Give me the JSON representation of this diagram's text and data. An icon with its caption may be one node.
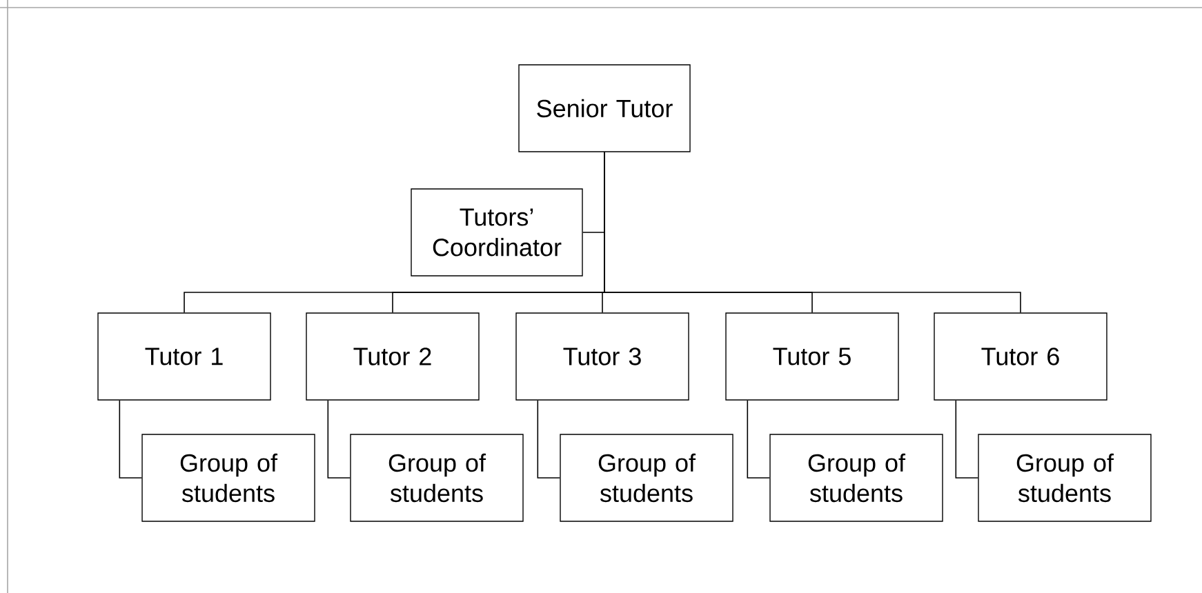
{
  "diagram": {
    "nodes": [
      {
        "text": [
          "Senior Tutor"
        ]
      },
      {
        "text": [
          "Tutors’ Coordinator"
        ]
      },
      {
        "text": [
          "Tutor 1"
        ]
      },
      {
        "text": [
          "Tutor 2"
        ]
      },
      {
        "text": [
          "Tutor 3"
        ]
      },
      {
        "text": [
          "Tutor 5"
        ]
      },
      {
        "text": [
          "Tutor 6"
        ]
      },
      {
        "text": [
          "Group of students"
        ]
      },
      {
        "text": [
          "Group of students"
        ]
      },
      {
        "text": [
          "Group of students"
        ]
      },
      {
        "text": [
          "Group of students"
        ]
      },
      {
        "text": [
          "Group of students"
        ]
      }
    ],
    "edges": [
      {
        "from": 0,
        "to": 1,
        "arrow": "none"
      },
      {
        "from": 0,
        "to": 2,
        "arrow": "none"
      },
      {
        "from": 0,
        "to": 3,
        "arrow": "none"
      },
      {
        "from": 0,
        "to": 4,
        "arrow": "none"
      },
      {
        "from": 0,
        "to": 5,
        "arrow": "none"
      },
      {
        "from": 0,
        "to": 6,
        "arrow": "none"
      },
      {
        "from": 2,
        "to": 7,
        "arrow": "none"
      },
      {
        "from": 3,
        "to": 8,
        "arrow": "none"
      },
      {
        "from": 4,
        "to": 9,
        "arrow": "none"
      },
      {
        "from": 5,
        "to": 10,
        "arrow": "none"
      },
      {
        "from": 6,
        "to": 11,
        "arrow": "none"
      }
    ]
  }
}
